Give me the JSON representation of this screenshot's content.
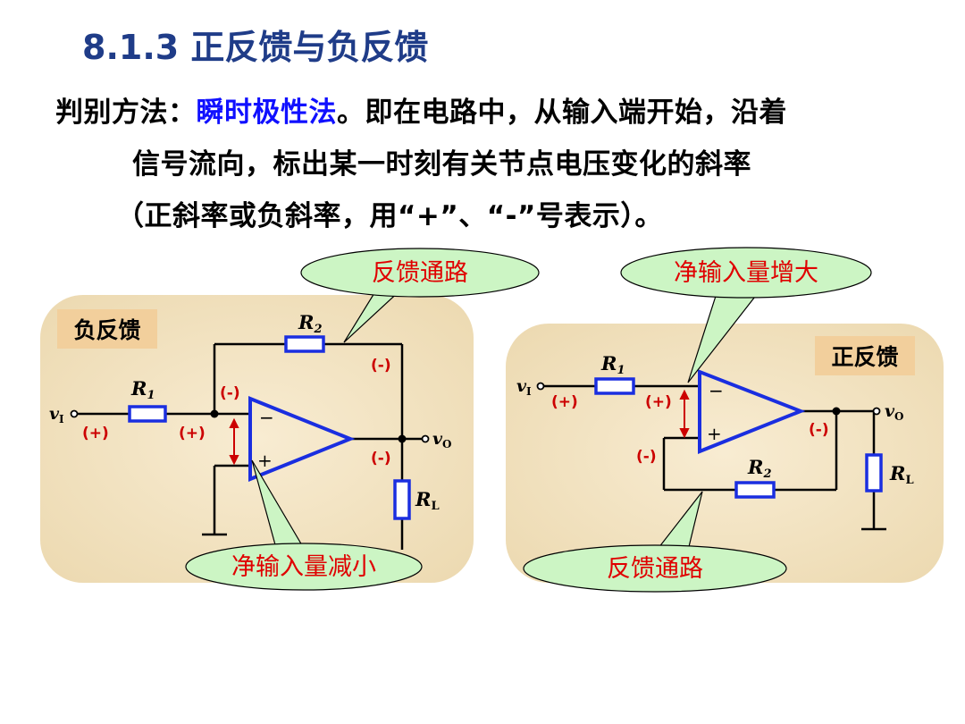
{
  "title": "8.1.3  正反馈与负反馈",
  "description": {
    "lead": "判别方法：",
    "method": "瞬时极性法",
    "line1_rest": "。即在电路中，从输入端开始，沿着",
    "line2": "信号流向，标出某一时刻有关节点电压变化的斜率",
    "line3": "（正斜率或负斜率，用“+”、“-”号表示）。"
  },
  "colors": {
    "title": "#1f3c88",
    "highlight": "#1010ff",
    "opamp": "#1a2ee0",
    "polarity": "#cc0000",
    "callout_fill": "#ccf5c4",
    "panel_fill": "#f4e6c6",
    "label_box": "#f2cf9c",
    "callout_text": "#e00000"
  },
  "left_circuit": {
    "label": "负反馈",
    "r1": "R",
    "r1_sub": "1",
    "r2": "R",
    "r2_sub": "2",
    "rl": "R",
    "rl_sub": "L",
    "vi": "v",
    "vi_sub": "I",
    "vo": "v",
    "vo_sub": "O",
    "minus_sign": "−",
    "plus_sign": "+",
    "pol_vi": "(+)",
    "pol_inv": "(+)",
    "pol_inv_top": "(-)",
    "pol_r2": "(-)",
    "pol_out": "(-)",
    "callout_feedback": "反馈通路",
    "callout_result": "净输入量减小"
  },
  "right_circuit": {
    "label": "正反馈",
    "r1": "R",
    "r1_sub": "1",
    "r2": "R",
    "r2_sub": "2",
    "rl": "R",
    "rl_sub": "L",
    "vi": "v",
    "vi_sub": "I",
    "vo": "v",
    "vo_sub": "O",
    "minus_sign": "−",
    "plus_sign": "+",
    "pol_vi": "(+)",
    "pol_inv": "(+)",
    "pol_out": "(-)",
    "pol_noninv": "(-)",
    "callout_result": "净输入量增大",
    "callout_feedback": "反馈通路"
  }
}
